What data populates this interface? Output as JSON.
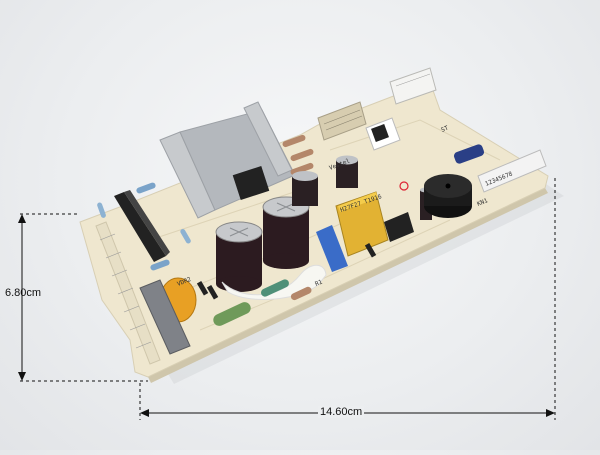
{
  "dimensions": {
    "height_label": "6.80cm",
    "width_label": "14.60cm"
  },
  "board_labels": {
    "vdr": "VDR2",
    "relay_marking": "H27F27 T1916",
    "brand": "Vestel",
    "conn_numbers": "12345678",
    "kn_label": "KN1",
    "r1": "R1",
    "st_label": "ST"
  },
  "colors": {
    "pcb": "#efe7cf",
    "heatsink": "#b9bcc0",
    "capacitor": "#2c1b20",
    "buzzer": "#1b1b1b",
    "varistor": "#e8a024",
    "blue_part": "#3a6cc8",
    "relay": "#e2b233",
    "film_cap": "#7f8288"
  }
}
